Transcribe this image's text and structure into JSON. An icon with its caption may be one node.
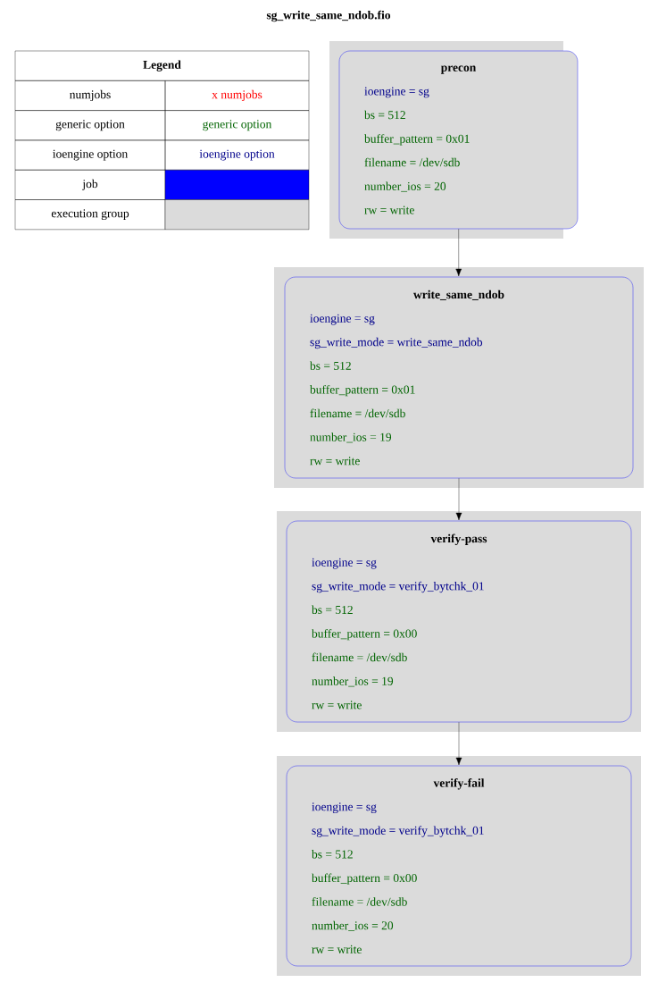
{
  "diagram": {
    "title": "sg_write_same_ndob.fio",
    "nodes": [
      {
        "text": [],
        "shape": "box"
      },
      {
        "text": [
          "precon",
          "ioengine = sg",
          "bs = 512",
          "buffer_pattern = 0x01",
          "filename = /dev/sdb",
          "number_ios = 20",
          "rw = write"
        ],
        "in": 0
      },
      {
        "text": [],
        "shape": "box"
      },
      {
        "text": [
          "write_same_ndob",
          "ioengine = sg",
          "sg_write_mode = write_same_ndob",
          "bs = 512",
          "buffer_pattern = 0x01",
          "filename = /dev/sdb",
          "number_ios = 19",
          "rw = write"
        ],
        "in": 2
      },
      {
        "text": [],
        "shape": "box"
      },
      {
        "text": [
          "verify-pass",
          "ioengine = sg",
          "sg_write_mode = verify_bytchk_01",
          "bs = 512",
          "buffer_pattern = 0x00",
          "filename = /dev/sdb",
          "number_ios = 19",
          "rw = write"
        ],
        "in": 4
      },
      {
        "text": [],
        "shape": "box"
      },
      {
        "text": [
          "verify-fail",
          "ioengine = sg",
          "sg_write_mode = verify_bytchk_01",
          "bs = 512",
          "buffer_pattern = 0x00",
          "filename = /dev/sdb",
          "number_ios = 20",
          "rw = write"
        ],
        "in": 6
      }
    ],
    "edges": [
      {
        "from": 1,
        "to": 3,
        "arrow": "to"
      },
      {
        "from": 3,
        "to": 5,
        "arrow": "to"
      },
      {
        "from": 5,
        "to": 7,
        "arrow": "to"
      }
    ],
    "labels": [
      "Legend",
      "x numjobs",
      "generic option",
      "ioengine option"
    ],
    "legend": [
      {
        "text": "numjobs"
      },
      {
        "text": "generic option"
      },
      {
        "text": "ioengine option"
      },
      {
        "text": "job",
        "color": "#0000ff"
      },
      {
        "text": "execution group",
        "color": "#dbdbdb"
      }
    ]
  }
}
